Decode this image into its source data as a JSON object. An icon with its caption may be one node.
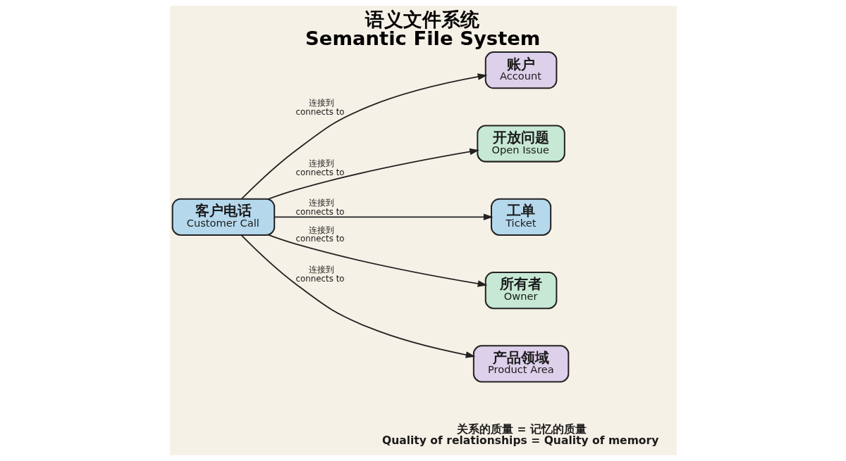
{
  "diagram": {
    "title": "语义文件系统 Semantic File System",
    "caption": "关系的质量 = 记忆的质量 Quality of relationships = Quality of memory",
    "nodes": [
      {
        "text": [
          "账户",
          "Account"
        ]
      },
      {
        "text": [
          "开放问题",
          "Open Issue"
        ]
      },
      {
        "text": [
          "客户电话",
          "Customer Call"
        ]
      },
      {
        "text": [
          "工单",
          "Ticket"
        ]
      },
      {
        "text": [
          "所有者",
          "Owner"
        ]
      },
      {
        "text": [
          "产品领域",
          "Product Area"
        ]
      }
    ],
    "edges": [
      {
        "from": 2,
        "to": 0,
        "arrow": "to",
        "label": "连接到 connects to"
      },
      {
        "from": 2,
        "to": 1,
        "arrow": "to",
        "label": "连接到 connects to"
      },
      {
        "from": 2,
        "to": 3,
        "arrow": "to",
        "label": "连接到 connects to"
      },
      {
        "from": 2,
        "to": 4,
        "arrow": "to",
        "label": "连接到 connects to"
      },
      {
        "from": 2,
        "to": 5,
        "arrow": "to",
        "label": "连接到 connects to"
      }
    ]
  }
}
